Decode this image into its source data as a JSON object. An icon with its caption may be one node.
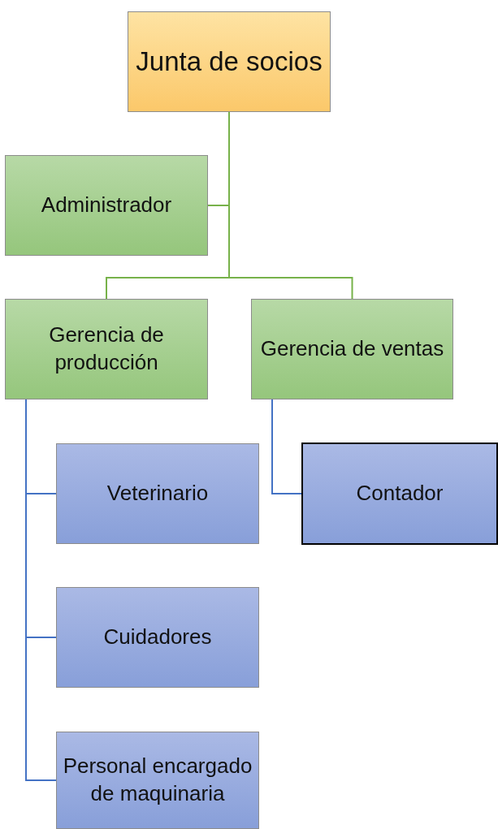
{
  "diagram": {
    "nodes": [
      {
        "text": [
          "Junta de socios"
        ]
      },
      {
        "text": [
          "Administrador"
        ]
      },
      {
        "text": [
          "Gerencia de producción"
        ]
      },
      {
        "text": [
          "Gerencia de ventas"
        ]
      },
      {
        "text": [
          "Veterinario"
        ]
      },
      {
        "text": [
          "Contador"
        ]
      },
      {
        "text": [
          "Cuidadores"
        ]
      },
      {
        "text": [
          "Personal encargado de maquinaria"
        ]
      }
    ],
    "edges": [
      {
        "from": 0,
        "to": 1,
        "arrow": "none",
        "color": "#77b24a"
      },
      {
        "from": 0,
        "to": 2,
        "arrow": "none",
        "color": "#77b24a"
      },
      {
        "from": 0,
        "to": 3,
        "arrow": "none",
        "color": "#77b24a"
      },
      {
        "from": 2,
        "to": 4,
        "arrow": "none"
      },
      {
        "from": 2,
        "to": 6,
        "arrow": "none"
      },
      {
        "from": 2,
        "to": 7,
        "arrow": "none"
      },
      {
        "from": 3,
        "to": 5,
        "arrow": "none"
      }
    ]
  }
}
